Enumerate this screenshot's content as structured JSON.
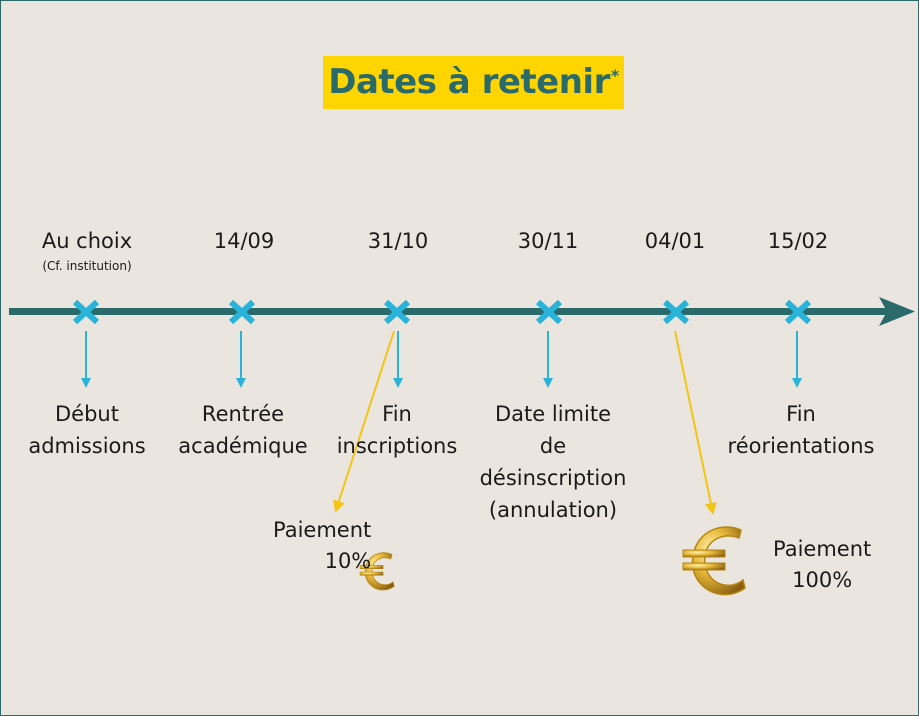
{
  "title": {
    "text": "Dates à retenir",
    "asterisk": "*"
  },
  "milestones": [
    {
      "date": "Au choix",
      "date_note": "(Cf. institution)",
      "event": "Début\nadmissions"
    },
    {
      "date": "14/09",
      "event": "Rentrée\nacadémique"
    },
    {
      "date": "31/10",
      "event": "Fin\ninscriptions"
    },
    {
      "date": "30/11",
      "event": "Date limite\nde\ndésinscription\n(annulation)"
    },
    {
      "date": "04/01",
      "event": ""
    },
    {
      "date": "15/02",
      "event": "Fin\nréorientations"
    }
  ],
  "payments": [
    {
      "label": "Paiement\n10%",
      "icon": "euro-icon-small"
    },
    {
      "label": "Paiement\n100%",
      "icon": "euro-icon-large"
    }
  ],
  "colors": {
    "background": "#ebe5df",
    "timeline": "#2b6a6a",
    "marker": "#2ab3d9",
    "title_bg": "#fed500",
    "title_text": "#2b6a6a",
    "payment_arrow": "#f4c414",
    "euro_gold": "#d6a721"
  }
}
